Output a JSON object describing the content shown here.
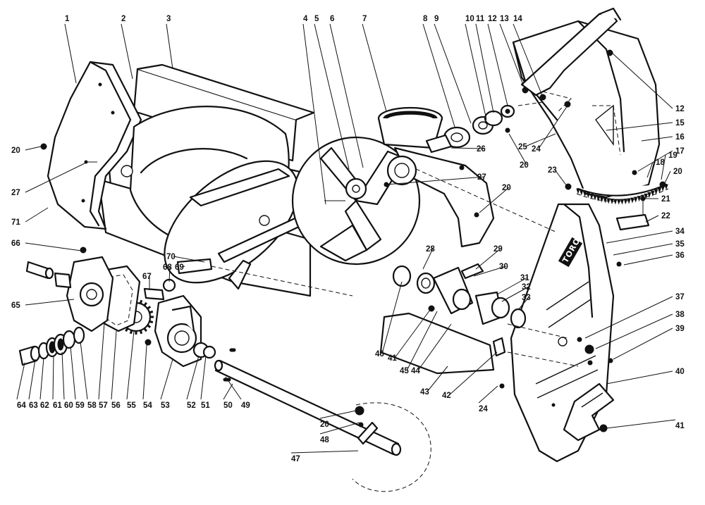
{
  "diagram": {
    "logo_text": "TORO",
    "callouts": [
      {
        "id": "c1",
        "text": "1"
      },
      {
        "id": "c2",
        "text": "2"
      },
      {
        "id": "c3",
        "text": "3"
      },
      {
        "id": "c4",
        "text": "4"
      },
      {
        "id": "c5",
        "text": "5"
      },
      {
        "id": "c6",
        "text": "6"
      },
      {
        "id": "c7",
        "text": "7"
      },
      {
        "id": "c8",
        "text": "8"
      },
      {
        "id": "c9",
        "text": "9"
      },
      {
        "id": "c10",
        "text": "10"
      },
      {
        "id": "c11",
        "text": "11"
      },
      {
        "id": "c12a",
        "text": "12"
      },
      {
        "id": "c13",
        "text": "13"
      },
      {
        "id": "c14",
        "text": "14"
      },
      {
        "id": "c12b",
        "text": "12"
      },
      {
        "id": "c15",
        "text": "15"
      },
      {
        "id": "c16",
        "text": "16"
      },
      {
        "id": "c17",
        "text": "17"
      },
      {
        "id": "c18",
        "text": "18"
      },
      {
        "id": "c19",
        "text": "19"
      },
      {
        "id": "c20a",
        "text": "20"
      },
      {
        "id": "c20b",
        "text": "20"
      },
      {
        "id": "c20c",
        "text": "20"
      },
      {
        "id": "c20d",
        "text": "20"
      },
      {
        "id": "c20e",
        "text": "20"
      },
      {
        "id": "c21",
        "text": "21"
      },
      {
        "id": "c22",
        "text": "22"
      },
      {
        "id": "c23",
        "text": "23"
      },
      {
        "id": "c24a",
        "text": "24"
      },
      {
        "id": "c24b",
        "text": "24"
      },
      {
        "id": "c25",
        "text": "25"
      },
      {
        "id": "c26",
        "text": "26"
      },
      {
        "id": "c27a",
        "text": "27"
      },
      {
        "id": "c27b",
        "text": "27"
      },
      {
        "id": "c28",
        "text": "28"
      },
      {
        "id": "c29",
        "text": "29"
      },
      {
        "id": "c30",
        "text": "30"
      },
      {
        "id": "c31",
        "text": "31"
      },
      {
        "id": "c32",
        "text": "32"
      },
      {
        "id": "c33",
        "text": "33"
      },
      {
        "id": "c34",
        "text": "34"
      },
      {
        "id": "c35",
        "text": "35"
      },
      {
        "id": "c36",
        "text": "36"
      },
      {
        "id": "c37",
        "text": "37"
      },
      {
        "id": "c38",
        "text": "38"
      },
      {
        "id": "c39",
        "text": "39"
      },
      {
        "id": "c40",
        "text": "40"
      },
      {
        "id": "c41a",
        "text": "41"
      },
      {
        "id": "c41b",
        "text": "41"
      },
      {
        "id": "c42",
        "text": "42"
      },
      {
        "id": "c43",
        "text": "43"
      },
      {
        "id": "c44",
        "text": "44"
      },
      {
        "id": "c45",
        "text": "45"
      },
      {
        "id": "c46",
        "text": "46"
      },
      {
        "id": "c47",
        "text": "47"
      },
      {
        "id": "c48",
        "text": "48"
      },
      {
        "id": "c49",
        "text": "49"
      },
      {
        "id": "c50",
        "text": "50"
      },
      {
        "id": "c51",
        "text": "51"
      },
      {
        "id": "c52",
        "text": "52"
      },
      {
        "id": "c53",
        "text": "53"
      },
      {
        "id": "c54",
        "text": "54"
      },
      {
        "id": "c55",
        "text": "55"
      },
      {
        "id": "c56",
        "text": "56"
      },
      {
        "id": "c57",
        "text": "57"
      },
      {
        "id": "c58",
        "text": "58"
      },
      {
        "id": "c59",
        "text": "59"
      },
      {
        "id": "c60",
        "text": "60"
      },
      {
        "id": "c61",
        "text": "61"
      },
      {
        "id": "c62",
        "text": "62"
      },
      {
        "id": "c63",
        "text": "63"
      },
      {
        "id": "c64",
        "text": "64"
      },
      {
        "id": "c65",
        "text": "65"
      },
      {
        "id": "c66",
        "text": "66"
      },
      {
        "id": "c67",
        "text": "67"
      },
      {
        "id": "c68",
        "text": "68"
      },
      {
        "id": "c69",
        "text": "69"
      },
      {
        "id": "c70",
        "text": "70"
      },
      {
        "id": "c71",
        "text": "71"
      }
    ]
  }
}
